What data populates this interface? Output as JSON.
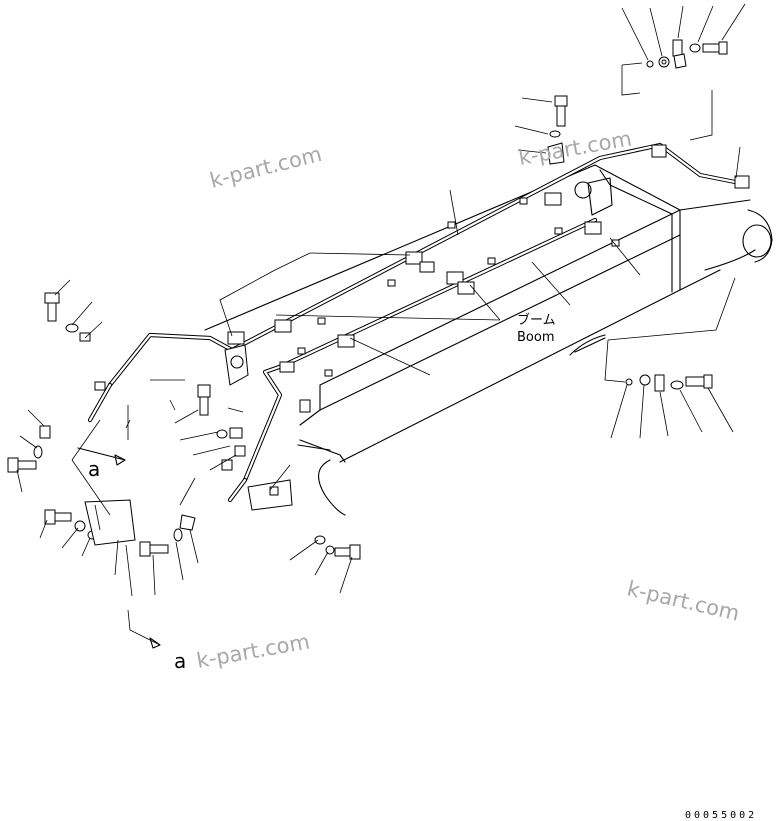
{
  "labels": {
    "boom_jp": "ブーム",
    "boom_en": "Boom",
    "view_a_top": "a",
    "view_a_bottom": "a"
  },
  "watermarks": [
    "k-part.com",
    "k-part.com",
    "k-part.com",
    "k-part.com"
  ],
  "drawing_code": "00055002"
}
